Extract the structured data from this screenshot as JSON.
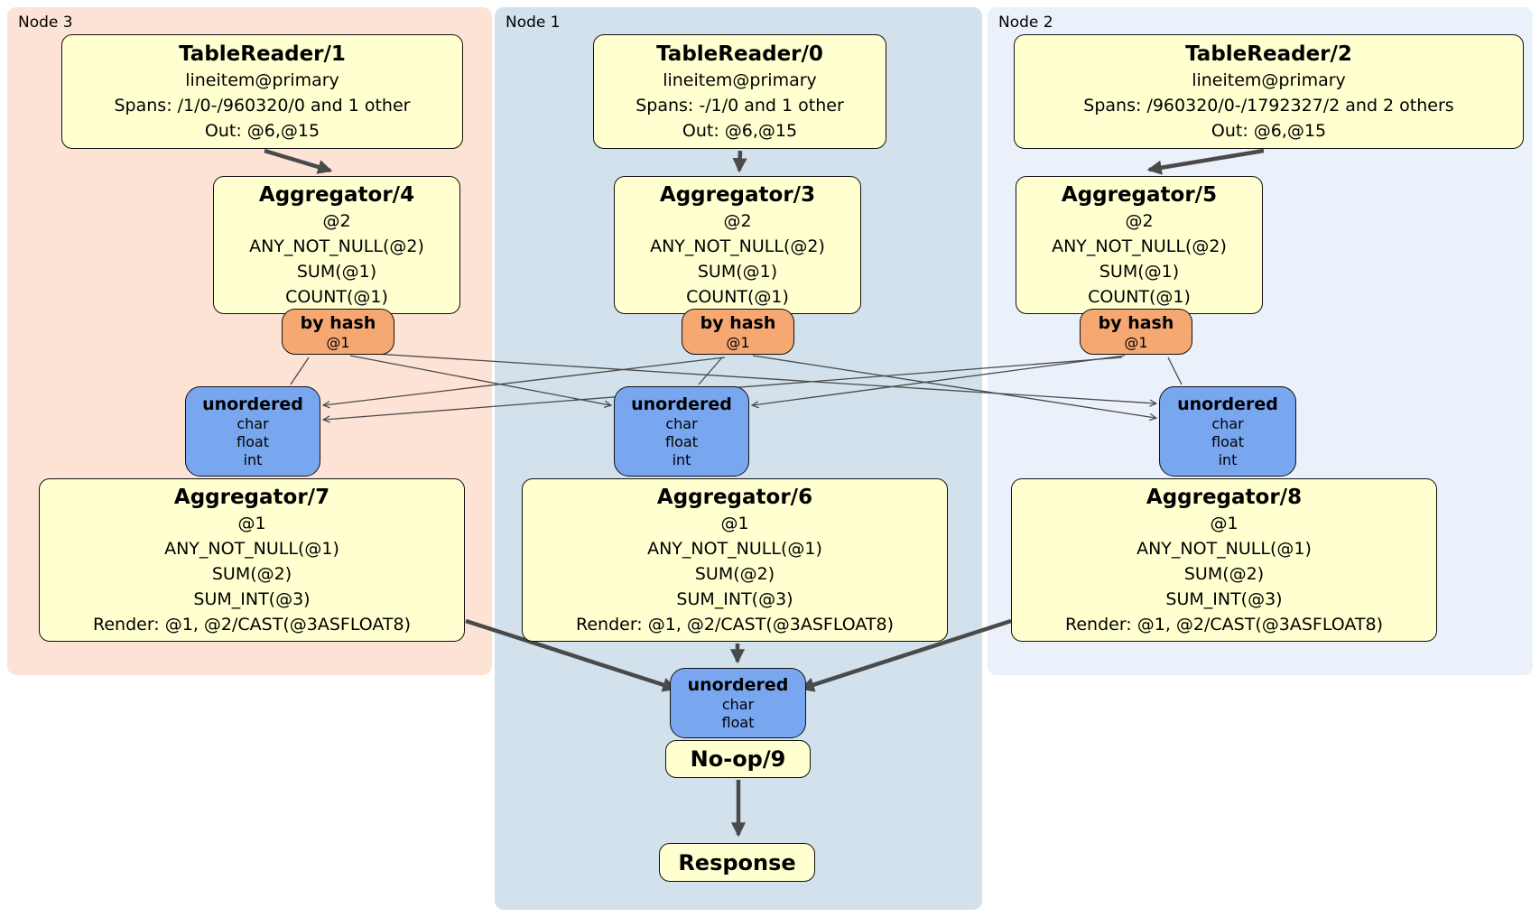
{
  "colors": {
    "node3_bg": "#fce3d6",
    "node1_bg": "#d2e1eb",
    "node2_bg": "#ebf1fa",
    "box_bg": "#ffffd0",
    "router_bg": "#f6a873",
    "sync_bg": "#78a7f0",
    "edge": "#4a4a4a"
  },
  "panels": {
    "node3": {
      "label": "Node 3"
    },
    "node1": {
      "label": "Node 1"
    },
    "node2": {
      "label": "Node 2"
    }
  },
  "boxes": {
    "tr1": {
      "title": "TableReader/1",
      "lines": [
        "lineitem@primary",
        "Spans: /1/0-/960320/0 and 1 other",
        "Out: @6,@15"
      ]
    },
    "tr0": {
      "title": "TableReader/0",
      "lines": [
        "lineitem@primary",
        "Spans: -/1/0 and 1 other",
        "Out: @6,@15"
      ]
    },
    "tr2": {
      "title": "TableReader/2",
      "lines": [
        "lineitem@primary",
        "Spans: /960320/0-/1792327/2 and 2 others",
        "Out: @6,@15"
      ]
    },
    "ag4": {
      "title": "Aggregator/4",
      "lines": [
        "@2",
        "ANY_NOT_NULL(@2)",
        "SUM(@1)",
        "COUNT(@1)"
      ]
    },
    "ag3": {
      "title": "Aggregator/3",
      "lines": [
        "@2",
        "ANY_NOT_NULL(@2)",
        "SUM(@1)",
        "COUNT(@1)"
      ]
    },
    "ag5": {
      "title": "Aggregator/5",
      "lines": [
        "@2",
        "ANY_NOT_NULL(@2)",
        "SUM(@1)",
        "COUNT(@1)"
      ]
    },
    "router4": {
      "title": "by hash",
      "sub": "@1"
    },
    "router3": {
      "title": "by hash",
      "sub": "@1"
    },
    "router5": {
      "title": "by hash",
      "sub": "@1"
    },
    "sync3": {
      "title": "unordered",
      "lines": [
        "char",
        "float",
        "int"
      ]
    },
    "sync1": {
      "title": "unordered",
      "lines": [
        "char",
        "float",
        "int"
      ]
    },
    "sync2": {
      "title": "unordered",
      "lines": [
        "char",
        "float",
        "int"
      ]
    },
    "ag7": {
      "title": "Aggregator/7",
      "lines": [
        "@1",
        "ANY_NOT_NULL(@1)",
        "SUM(@2)",
        "SUM_INT(@3)",
        "Render: @1, @2/CAST(@3ASFLOAT8)"
      ]
    },
    "ag6": {
      "title": "Aggregator/6",
      "lines": [
        "@1",
        "ANY_NOT_NULL(@1)",
        "SUM(@2)",
        "SUM_INT(@3)",
        "Render: @1, @2/CAST(@3ASFLOAT8)"
      ]
    },
    "ag8": {
      "title": "Aggregator/8",
      "lines": [
        "@1",
        "ANY_NOT_NULL(@1)",
        "SUM(@2)",
        "SUM_INT(@3)",
        "Render: @1, @2/CAST(@3ASFLOAT8)"
      ]
    },
    "sync_final": {
      "title": "unordered",
      "lines": [
        "char",
        "float"
      ]
    },
    "noop": {
      "title": "No-op/9"
    },
    "response": {
      "title": "Response"
    }
  }
}
